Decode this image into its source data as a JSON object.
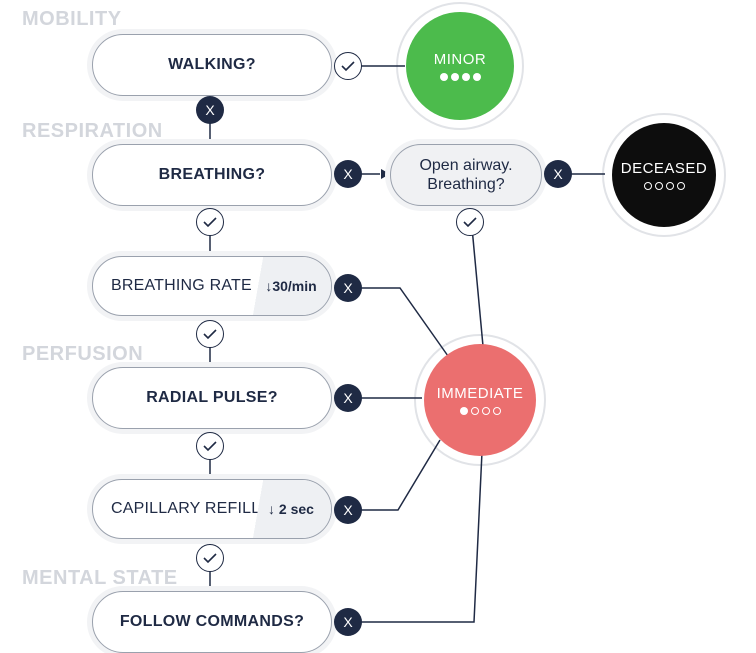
{
  "sections": {
    "mobility": "MOBILITY",
    "respiration": "RESPIRATION",
    "perfusion": "PERFUSION",
    "mental_state": "MENTAL STATE"
  },
  "steps": {
    "walking": "WALKING?",
    "breathing": "BREATHING?",
    "breathing_rate": {
      "label": "BREATHING RATE",
      "threshold": "↓30/min"
    },
    "radial_pulse": "RADIAL PULSE?",
    "capillary_refill": {
      "label": "CAPILLARY REFILL",
      "threshold": "↓ 2 sec"
    },
    "follow_commands": "FOLLOW COMMANDS?",
    "open_airway": "Open airway.\nBreathing?"
  },
  "badges": {
    "no": "X"
  },
  "outcomes": {
    "minor": {
      "label": "MINOR",
      "color": "#4cbb4c",
      "filled_dots": 4
    },
    "immediate": {
      "label": "IMMEDIATE",
      "color": "#eb6f6f",
      "filled_dots": 1
    },
    "deceased": {
      "label": "DECEASED",
      "color": "#0d0d0d",
      "filled_dots": 0
    }
  },
  "colors": {
    "navy": "#1f2a44",
    "section_label": "#d3d6dc"
  }
}
